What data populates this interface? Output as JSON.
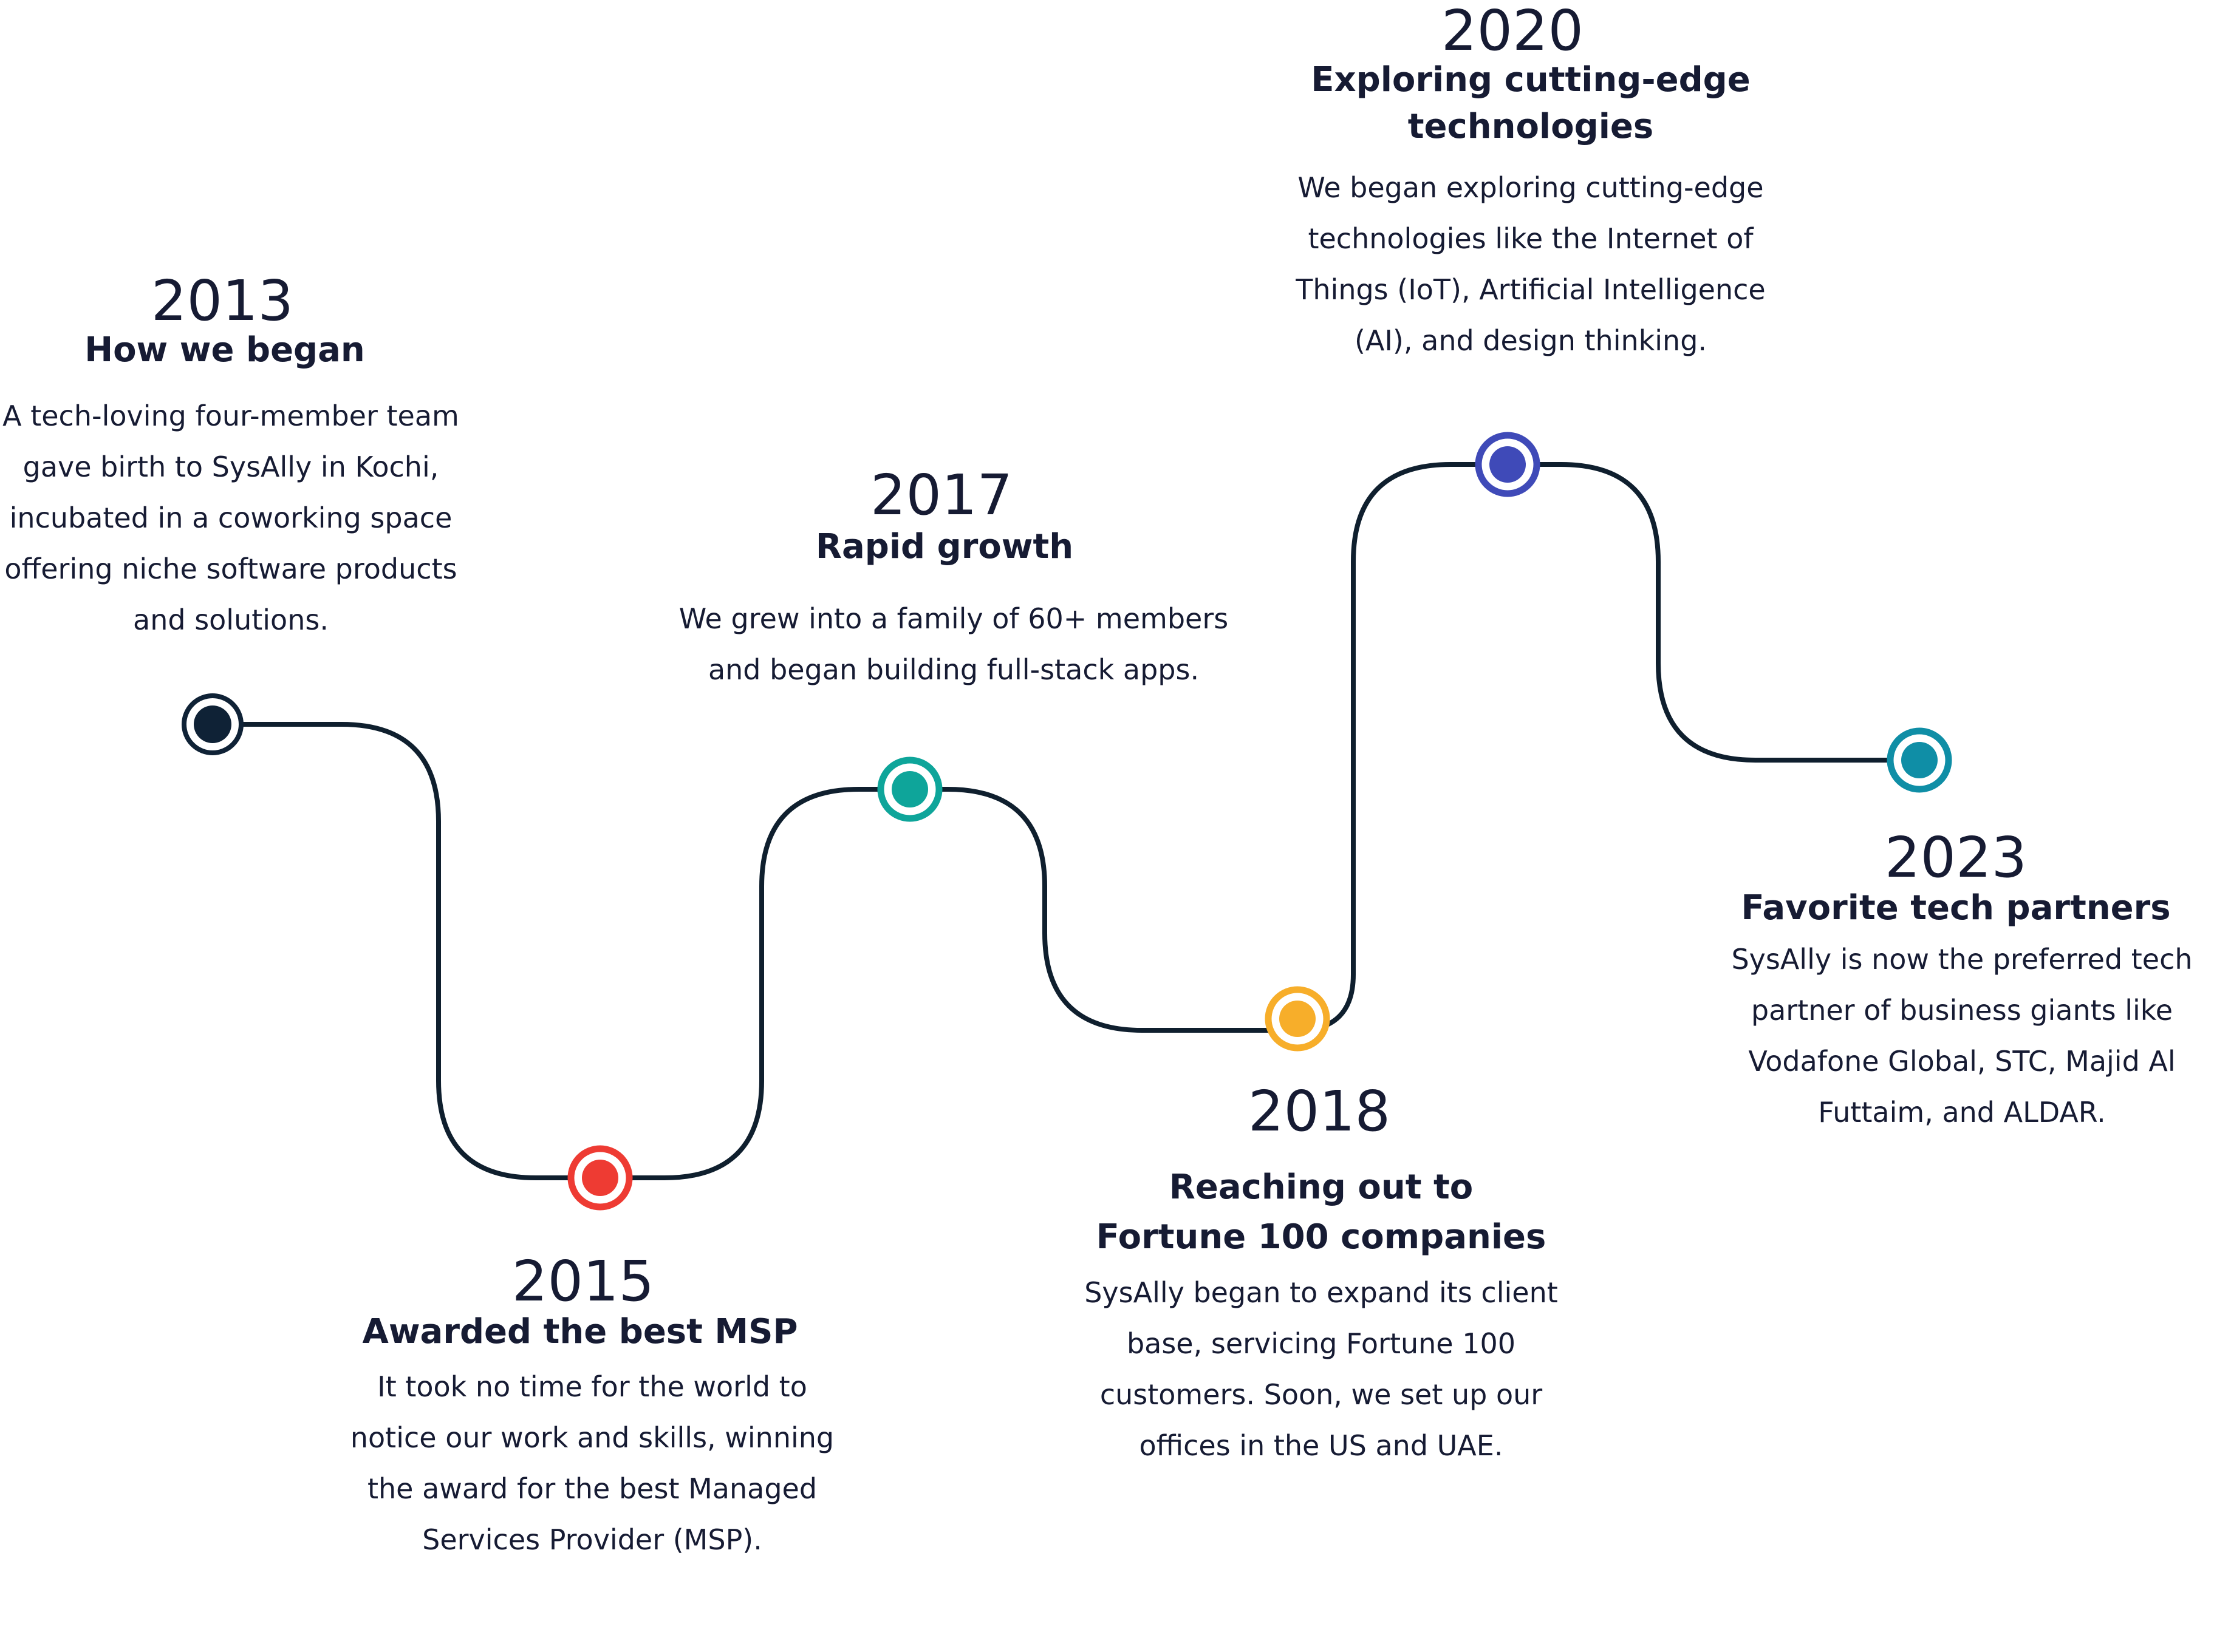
{
  "line_color": "#0f1f2e",
  "milestones": [
    {
      "year": "2013",
      "title": "How we began",
      "description": "A tech-loving four-member team gave birth to SysAlly in Kochi, incubated in a coworking space offering niche software products and solutions.",
      "color": "#0f2236"
    },
    {
      "year": "2015",
      "title": "Awarded the best MSP",
      "description": "It took no time for the world to notice our work and skills, winning the award for the best Managed Services Provider (MSP).",
      "color": "#ee3b33"
    },
    {
      "year": "2017",
      "title": "Rapid growth",
      "description": "We grew into a family of 60+ members and began building full-stack apps.",
      "color": "#0ea59a"
    },
    {
      "year": "2018",
      "title": "Reaching out to Fortune 100 companies",
      "description": "SysAlly began to expand its client base, servicing Fortune 100 customers. Soon, we set up our offices in the US and UAE.",
      "color": "#f7ae2a"
    },
    {
      "year": "2020",
      "title": "Exploring cutting-edge technologies",
      "description": "We began exploring cutting-edge technologies like the Internet of Things (IoT), Artificial Intelligence (AI), and design thinking.",
      "color": "#3f4ab8"
    },
    {
      "year": "2023",
      "title": "Favorite tech partners",
      "description": "SysAlly is now the preferred tech partner of business giants like Vodafone Global, STC, Majid Al Futtaim, and ALDAR.",
      "color": "#0f8ea6"
    }
  ]
}
